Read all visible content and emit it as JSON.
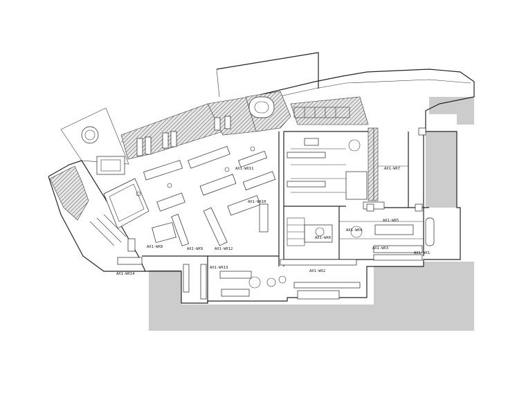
{
  "plan": {
    "labels": [
      "AX1-WX11",
      "AX1-WX10",
      "AX1-WX12",
      "AX1-WX9",
      "AX1-WX8",
      "AX1-WX7",
      "AX1-WX5",
      "AX1-WX3",
      "AX1-WX1",
      "AX1-WX4",
      "AX1-WX2",
      "AX1-WX13",
      "AX1-WX14",
      "AX1-WX6"
    ]
  },
  "colors": {
    "floor_gray": "#cccccc",
    "line": "#222222",
    "hatch": "#555555"
  }
}
